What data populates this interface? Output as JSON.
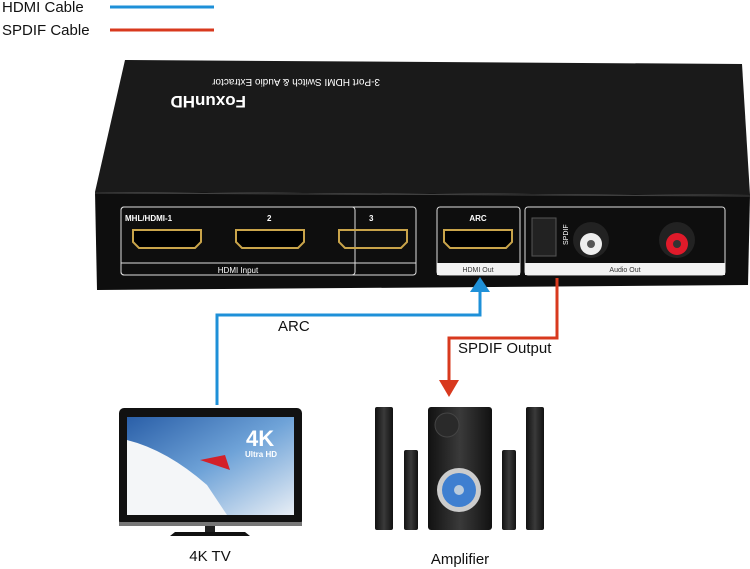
{
  "legend": [
    {
      "label": "HDMI Cable",
      "color": "#1e90d8"
    },
    {
      "label": "SPDIF Cable",
      "color": "#d8391e"
    }
  ],
  "device": {
    "brand": "FoxunHD",
    "subtitle": "3-Port HDMI Switch & Audio Extractor",
    "input_ports": [
      "MHL/HDMI-1",
      "2",
      "3"
    ],
    "input_group_label": "HDMI Input",
    "output_port": "ARC",
    "output_group_label": "HDMI Out",
    "spdif_label": "SPDIF",
    "audio_group_label": "Audio Out"
  },
  "connections": {
    "arc_label": "ARC",
    "spdif_label": "SPDIF Output"
  },
  "tv": {
    "badge_main": "4K",
    "badge_sub": "Ultra HD",
    "caption": "4K TV"
  },
  "amplifier": {
    "caption": "Amplifier"
  }
}
